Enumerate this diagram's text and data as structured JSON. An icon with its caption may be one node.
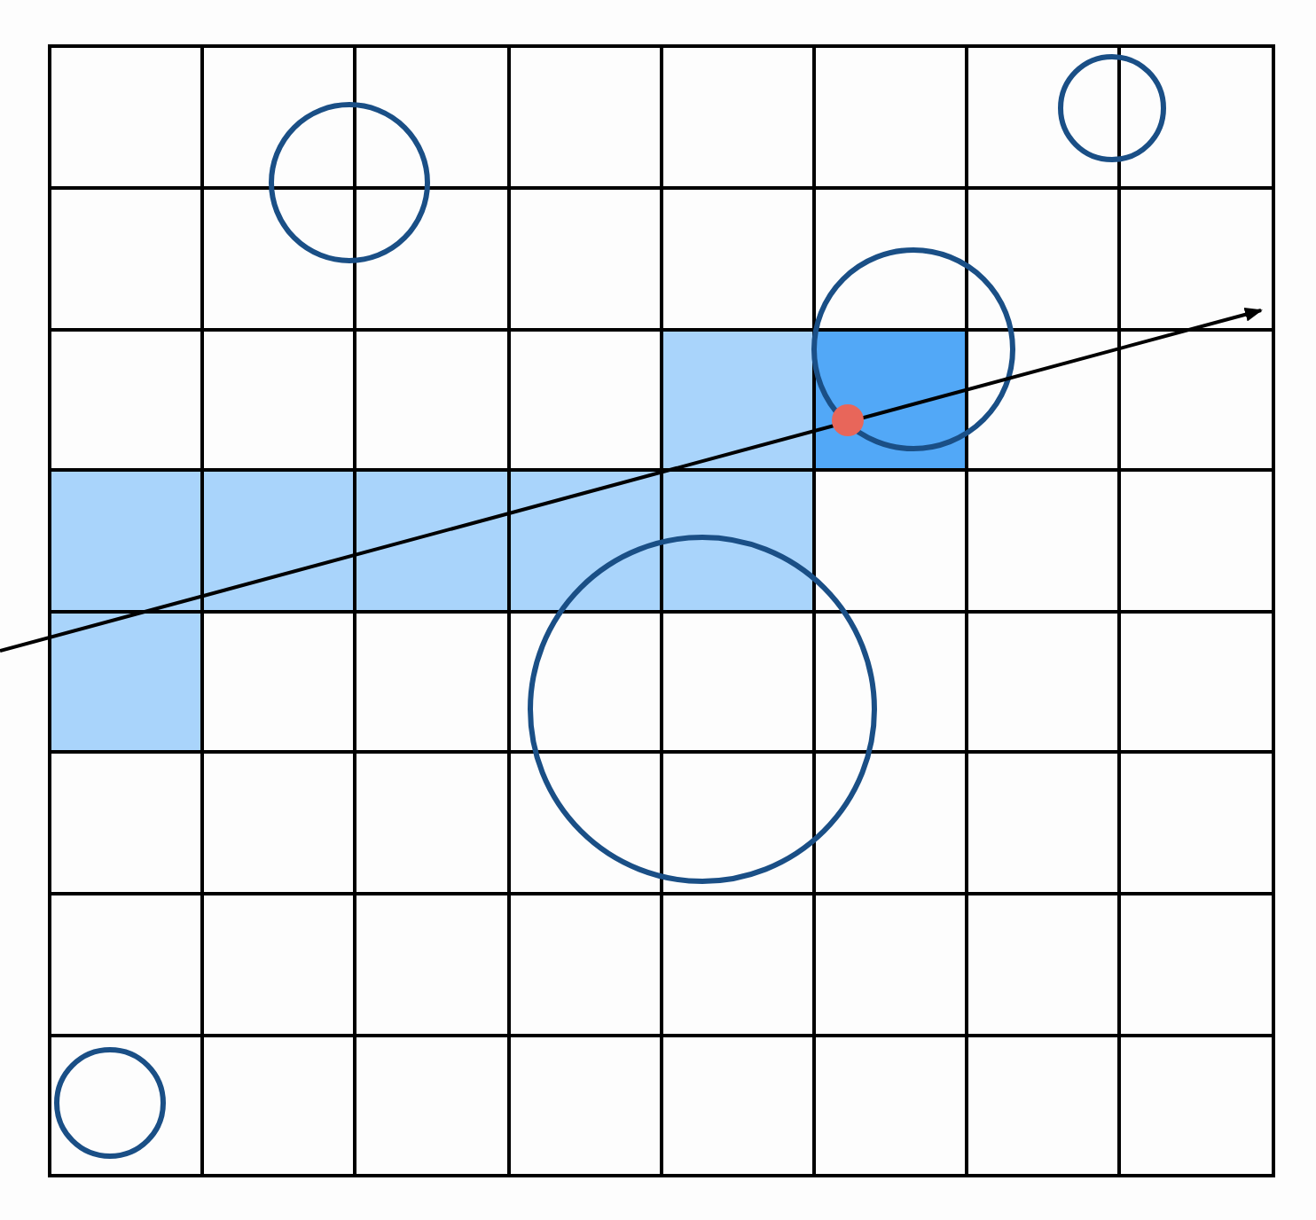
{
  "diagram": {
    "nodes": [
      {
        "text": [],
        "shape": "circle"
      },
      {
        "text": [],
        "shape": "circle"
      },
      {
        "text": [],
        "shape": "circle"
      },
      {
        "text": [],
        "shape": "circle"
      },
      {
        "text": [],
        "shape": "circle"
      }
    ]
  }
}
